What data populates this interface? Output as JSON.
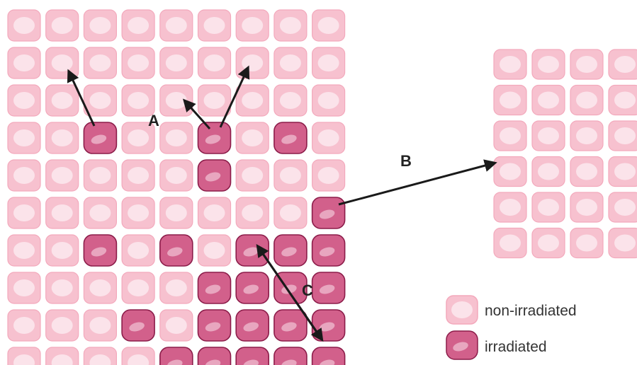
{
  "colors": {
    "normal_cell_fill": "#f7c1cf",
    "normal_cell_border": "#f3a9bc",
    "normal_nucleus": "#fbe3ea",
    "irradiated_cell_fill": "#d2608b",
    "irradiated_cell_border": "#8c1d4a",
    "irradiated_nucleus": "#e8a6bf",
    "arrow": "#1a1a1a"
  },
  "labels": {
    "a": "A",
    "b": "B",
    "c": "C"
  },
  "legend": {
    "non_irradiated": "non-irradiated",
    "irradiated": "irradiated"
  },
  "left_tissue": {
    "rows": 10,
    "cols": 9,
    "irradiated_cells": [
      [
        3,
        2
      ],
      [
        3,
        5
      ],
      [
        3,
        7
      ],
      [
        4,
        5
      ],
      [
        5,
        8
      ],
      [
        6,
        2
      ],
      [
        6,
        4
      ],
      [
        6,
        6
      ],
      [
        6,
        7
      ],
      [
        6,
        8
      ],
      [
        7,
        5
      ],
      [
        7,
        6
      ],
      [
        7,
        7
      ],
      [
        7,
        8
      ],
      [
        8,
        3
      ],
      [
        8,
        5
      ],
      [
        8,
        6
      ],
      [
        8,
        7
      ],
      [
        8,
        8
      ],
      [
        9,
        4
      ],
      [
        9,
        5
      ],
      [
        9,
        6
      ],
      [
        9,
        7
      ],
      [
        9,
        8
      ]
    ]
  },
  "right_tissue": {
    "rows": 6,
    "cols": 4
  }
}
